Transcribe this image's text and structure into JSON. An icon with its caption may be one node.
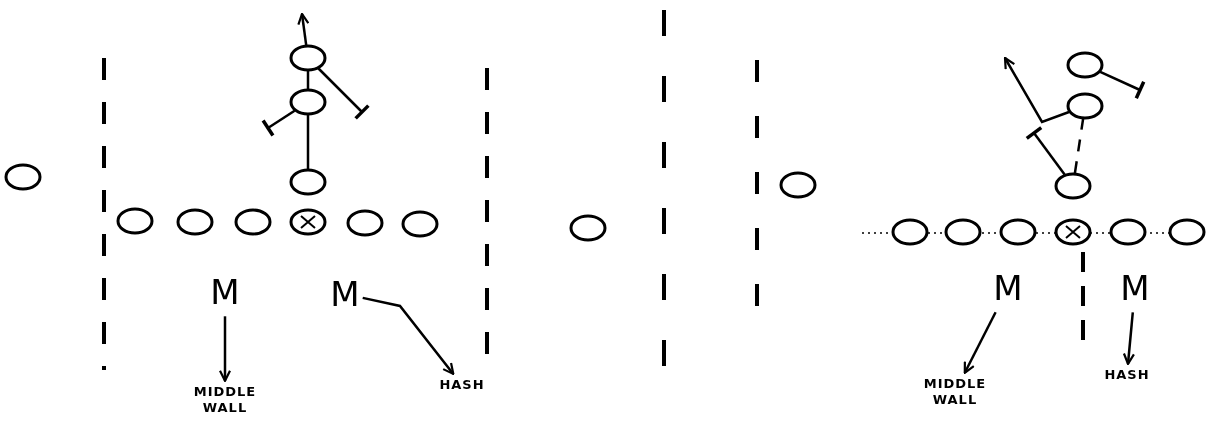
{
  "diagram": {
    "nodes": [
      {
        "text": [],
        "shape": "circle"
      },
      {
        "text": [],
        "shape": "circle"
      },
      {
        "text": [],
        "shape": "circle"
      },
      {
        "text": [],
        "shape": "circle"
      },
      {
        "text": [],
        "shape": "circle"
      },
      {
        "text": [],
        "shape": "circle"
      },
      {
        "text": [],
        "shape": "circle"
      },
      {
        "text": [],
        "shape": "circle"
      },
      {
        "text": [],
        "shape": "circle"
      },
      {
        "text": [],
        "shape": "circle"
      },
      {
        "text": [
          "M"
        ]
      },
      {
        "text": [
          "M"
        ]
      },
      {
        "text": [
          "MIDDLE WALL"
        ]
      },
      {
        "text": [
          "HASH"
        ]
      },
      {
        "text": [],
        "shape": "circle"
      },
      {
        "text": [],
        "shape": "circle"
      },
      {
        "text": [],
        "shape": "circle"
      },
      {
        "text": [],
        "shape": "circle"
      },
      {
        "text": [],
        "shape": "circle"
      },
      {
        "text": [],
        "shape": "circle"
      },
      {
        "text": [],
        "shape": "circle"
      },
      {
        "text": [],
        "shape": "circle"
      },
      {
        "text": [],
        "shape": "circle"
      },
      {
        "text": [],
        "shape": "circle"
      },
      {
        "text": [],
        "shape": "circle"
      },
      {
        "text": [
          "M"
        ]
      },
      {
        "text": [
          "M"
        ]
      },
      {
        "text": [
          "MIDDLE WALL"
        ]
      },
      {
        "text": [
          "HASH"
        ]
      }
    ],
    "edges": [
      {
        "from": 3,
        "to": 1,
        "arrow": "none"
      },
      {
        "from": 1,
        "to": 0,
        "arrow": "none"
      },
      {
        "from": 0,
        "to": null,
        "arrow": "to"
      },
      {
        "from": 1,
        "to": null,
        "arrow": "other"
      },
      {
        "from": 0,
        "to": null,
        "arrow": "other"
      },
      {
        "from": 10,
        "to": 12,
        "arrow": "to"
      },
      {
        "from": 11,
        "to": 13,
        "arrow": "to"
      },
      {
        "from": 18,
        "to": null,
        "arrow": "other"
      },
      {
        "from": 16,
        "to": null,
        "arrow": "to"
      },
      {
        "from": 15,
        "to": null,
        "arrow": "other"
      },
      {
        "from": 18,
        "to": 16,
        "arrow": "none",
        "style": "dashed"
      },
      {
        "from": 25,
        "to": 27,
        "arrow": "to"
      },
      {
        "from": 26,
        "to": 28,
        "arrow": "to"
      }
    ]
  }
}
